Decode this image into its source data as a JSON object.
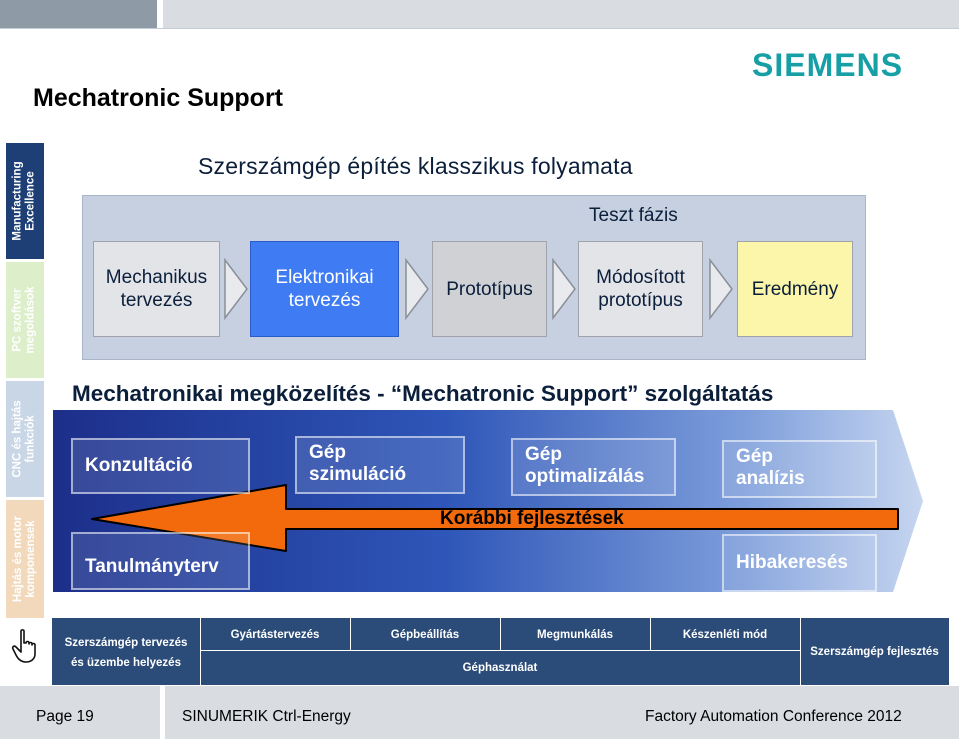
{
  "header": {
    "page_title": "Mechatronic Support",
    "brand": "SIEMENS",
    "brand_color": "#16a0a6"
  },
  "side_tabs": [
    {
      "label_1": "Manufacturing",
      "label_2": "Excellence",
      "bg": "#1e3f75",
      "fg": "#ffffff"
    },
    {
      "label_1": "PC szoftver",
      "label_2": "megoldások",
      "bg": "#ddeecb",
      "fg": "#ffffff"
    },
    {
      "label_1": "CNC és hajtás",
      "label_2": "funkciók",
      "bg": "#c9d6e6",
      "fg": "#ffffff"
    },
    {
      "label_1": "Hajtás és motor",
      "label_2": "komponensek",
      "bg": "#f2d9bc",
      "fg": "#ffffff"
    }
  ],
  "hand_icon": "pointing-hand-icon",
  "classic": {
    "title": "Szerszámgép építés klasszikus folyamata",
    "phase_label": "Teszt fázis",
    "steps": [
      {
        "line1": "Mechanikus",
        "line2": "tervezés",
        "bg": "#e2e4e8"
      },
      {
        "line1": "Elektronikai",
        "line2": "tervezés",
        "bg": "#3f7cf3"
      },
      {
        "line1": "Prototípus",
        "line2": "",
        "bg": "#cfd1d5"
      },
      {
        "line1": "Módosított",
        "line2": "prototípus",
        "bg": "#e2e4e8"
      },
      {
        "line1": "Eredmény",
        "line2": "",
        "bg": "#fbf6a9"
      }
    ]
  },
  "mechatronic": {
    "title": "Mechatronikai megközelítés - “Mechatronic Support” szolgáltatás",
    "services": {
      "konzultacio": "Konzultáció",
      "gep_szim_1": "Gép",
      "gep_szim_2": "szimuláció",
      "gep_opt_1": "Gép",
      "gep_opt_2": "optimalizálás",
      "gep_anal_1": "Gép",
      "gep_anal_2": "analízis",
      "tanulmanyterv": "Tanulmányterv",
      "hibakereses": "Hibakeresés"
    },
    "arrow_label": "Korábbi fejlesztések",
    "arrow_color": "#f26a0b"
  },
  "bottom": {
    "left_1": "Szerszámgép tervezés",
    "left_2": "és üzembe helyezés",
    "gyartas": "Gyártástervezés",
    "gepbeallitas": "Gépbeállítás",
    "megmunkalas": "Megmunkálás",
    "keszenleti": "Készenléti mód",
    "gephasznalat": "Géphasználat",
    "right": "Szerszámgép fejlesztés"
  },
  "footer": {
    "page": "Page 19",
    "product": "SINUMERIK Ctrl-Energy",
    "event": "Factory Automation Conference 2012"
  }
}
